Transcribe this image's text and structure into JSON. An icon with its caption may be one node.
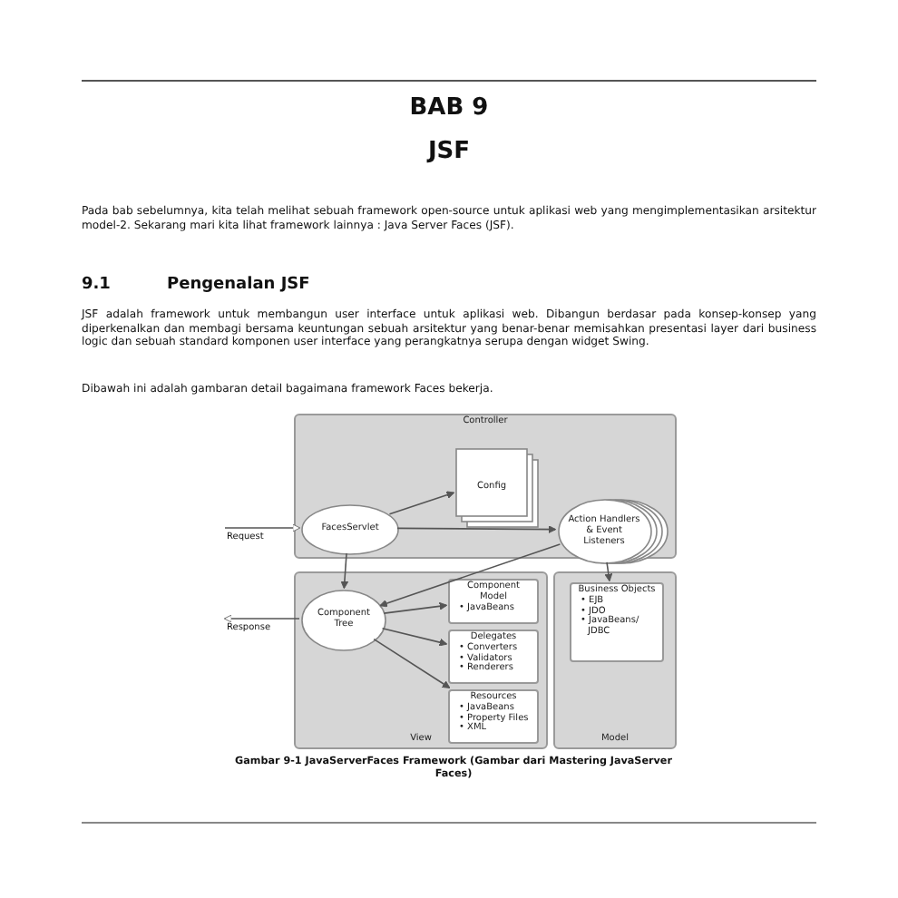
{
  "diagram": {
    "caption": "Gambar 9-1 JavaServerFaces Framework (Gambar dari Mastering JavaServer Faces)",
    "nodes": [
      {
        "text": [
          "Controller"
        ]
      },
      {
        "text": [
          "Config"
        ],
        "in": 0
      },
      {
        "text": [
          "FacesServlet"
        ],
        "in": 0
      },
      {
        "text": [
          "Action Handlers & Event Listeners"
        ],
        "in": 0
      },
      {
        "text": [
          "View"
        ]
      },
      {
        "text": [
          "Component Tree"
        ],
        "in": 4
      },
      {
        "text": [
          "Component Model",
          "• JavaBeans"
        ],
        "in": 4
      },
      {
        "text": [
          "Delegates",
          "• Converters",
          "• Validators",
          "• Renderers"
        ],
        "in": 4
      },
      {
        "text": [
          "Resources",
          "• JavaBeans",
          "• Property Files",
          "• XML"
        ],
        "in": 4
      },
      {
        "text": [
          "Model"
        ]
      },
      {
        "text": [
          "Business Objects",
          "• EJB",
          "• JDO",
          "• JavaBeans/ JDBC"
        ],
        "in": 9
      }
    ],
    "edges": [
      {
        "from": null,
        "to": 2,
        "arrow": "to",
        "label": "Request"
      },
      {
        "from": 2,
        "to": 1,
        "arrow": "to"
      },
      {
        "from": 2,
        "to": 3,
        "arrow": "to"
      },
      {
        "from": 2,
        "to": 5,
        "arrow": "to"
      },
      {
        "from": 3,
        "to": 5,
        "arrow": "to"
      },
      {
        "from": 3,
        "to": 10,
        "arrow": "to"
      },
      {
        "from": 5,
        "to": 6,
        "arrow": "to"
      },
      {
        "from": 5,
        "to": 7,
        "arrow": "to"
      },
      {
        "from": 5,
        "to": 8,
        "arrow": "to"
      },
      {
        "from": 5,
        "to": null,
        "arrow": "to",
        "label": "Response"
      }
    ],
    "labels": [
      "BAB 9",
      "JSF",
      "Pada bab sebelumnya, kita telah melihat sebuah framework open-source untuk aplikasi web yang mengimplementasikan arsitektur model-2. Sekarang mari kita lihat framework lainnya : Java Server Faces (JSF).",
      "9.1",
      "Pengenalan JSF",
      "JSF adalah framework untuk membangun user interface untuk aplikasi web. Dibangun berdasar pada konsep-konsep yang diperkenalkan dan membagi bersama keuntungan sebuah arsitektur yang benar-benar memisahkan presentasi layer dari business logic dan sebuah standard komponen user interface yang perangkatnya serupa dengan widget Swing.",
      "Dibawah ini adalah gambaran detail bagaimana framework Faces bekerja."
    ]
  }
}
